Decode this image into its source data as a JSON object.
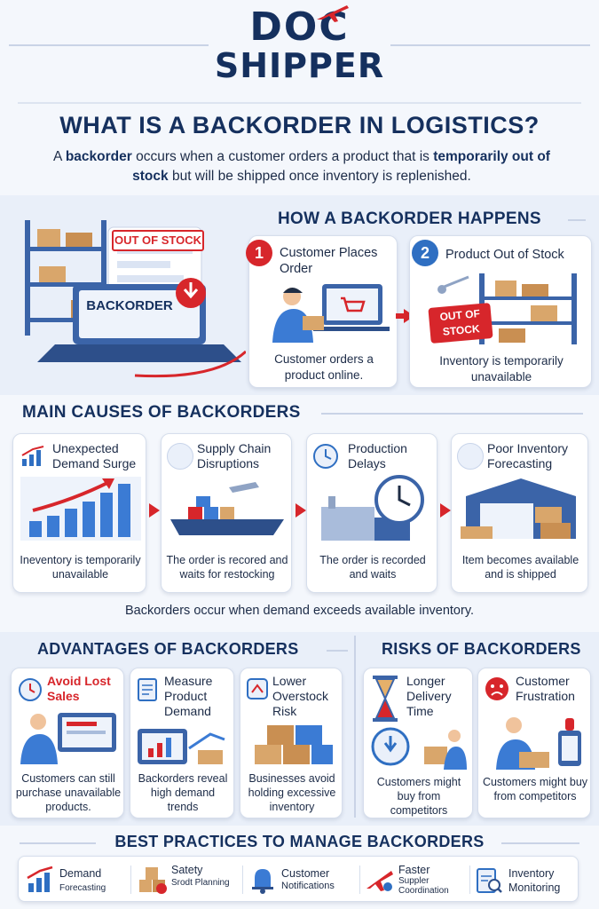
{
  "brand": {
    "line1": "DOC",
    "line2": "SHIPPER"
  },
  "title": "WHAT IS A BACKORDER IN LOGISTICS?",
  "intro": {
    "p1": "A ",
    "b1": "backorder",
    "p2": " occurs when a customer orders a product that is ",
    "b2": "temporarily out of stock",
    "p3": " but will be shipped once inventory is replenished."
  },
  "how": {
    "title": "HOW A BACKORDER HAPPENS",
    "illus_out_of_stock": "OUT OF STOCK",
    "illus_backorder": "BACKORDER",
    "steps": [
      {
        "num": "1",
        "title": "Customer Places Order",
        "desc": "Customer orders a product online."
      },
      {
        "num": "2",
        "title": "Product Out of Stock",
        "badge": "OUT OF STOCK",
        "desc": "Inventory is temporarily unavailable"
      }
    ]
  },
  "causes": {
    "title": "MAIN CAUSES OF BACKORDERS",
    "items": [
      {
        "title": "Unexpected Demand Surge",
        "desc": "Ineventory is temporarily unavailable"
      },
      {
        "title": "Supply Chain Disruptions",
        "desc": "The order is recored and waits for restocking"
      },
      {
        "title": "Production Delays",
        "desc": "The order is recorded and waits"
      },
      {
        "title": "Poor Inventory Forecasting",
        "desc": "Item becomes available and is shipped"
      }
    ],
    "caption": "Backorders occur when demand exceeds available inventory."
  },
  "advantages": {
    "title": "ADVANTAGES OF BACKORDERS",
    "items": [
      {
        "title": "Avoid Lost Sales",
        "desc": "Customers can still purchase unavailable products."
      },
      {
        "title": "Measure Product Demand",
        "desc": "Backorders reveal high demand trends"
      },
      {
        "title": "Lower Overstock Risk",
        "desc": "Businesses avoid holding excessive inventory"
      }
    ]
  },
  "risks": {
    "title": "RISKS OF BACKORDERS",
    "items": [
      {
        "title": "Longer Delivery Time",
        "desc": "Customers might buy from competitors"
      },
      {
        "title": "Customer Frustration",
        "desc": "Customers might buy from competitors"
      }
    ]
  },
  "best_practices": {
    "title": "BEST PRACTICES TO MANAGE BACKORDERS",
    "items": [
      {
        "title": "Demand",
        "sub": "Forecasting"
      },
      {
        "title": "Satety",
        "sub": "Srodt Planning"
      },
      {
        "title": "Customer",
        "sub": "Notifications"
      },
      {
        "title": "Faster",
        "sub": "Suppler Coordination"
      },
      {
        "title": "Inventory",
        "sub": "Monitoring"
      }
    ]
  },
  "colors": {
    "navy": "#15305e",
    "red": "#d7262b",
    "blue": "#2f6fc2",
    "band": "#e9eff9"
  }
}
